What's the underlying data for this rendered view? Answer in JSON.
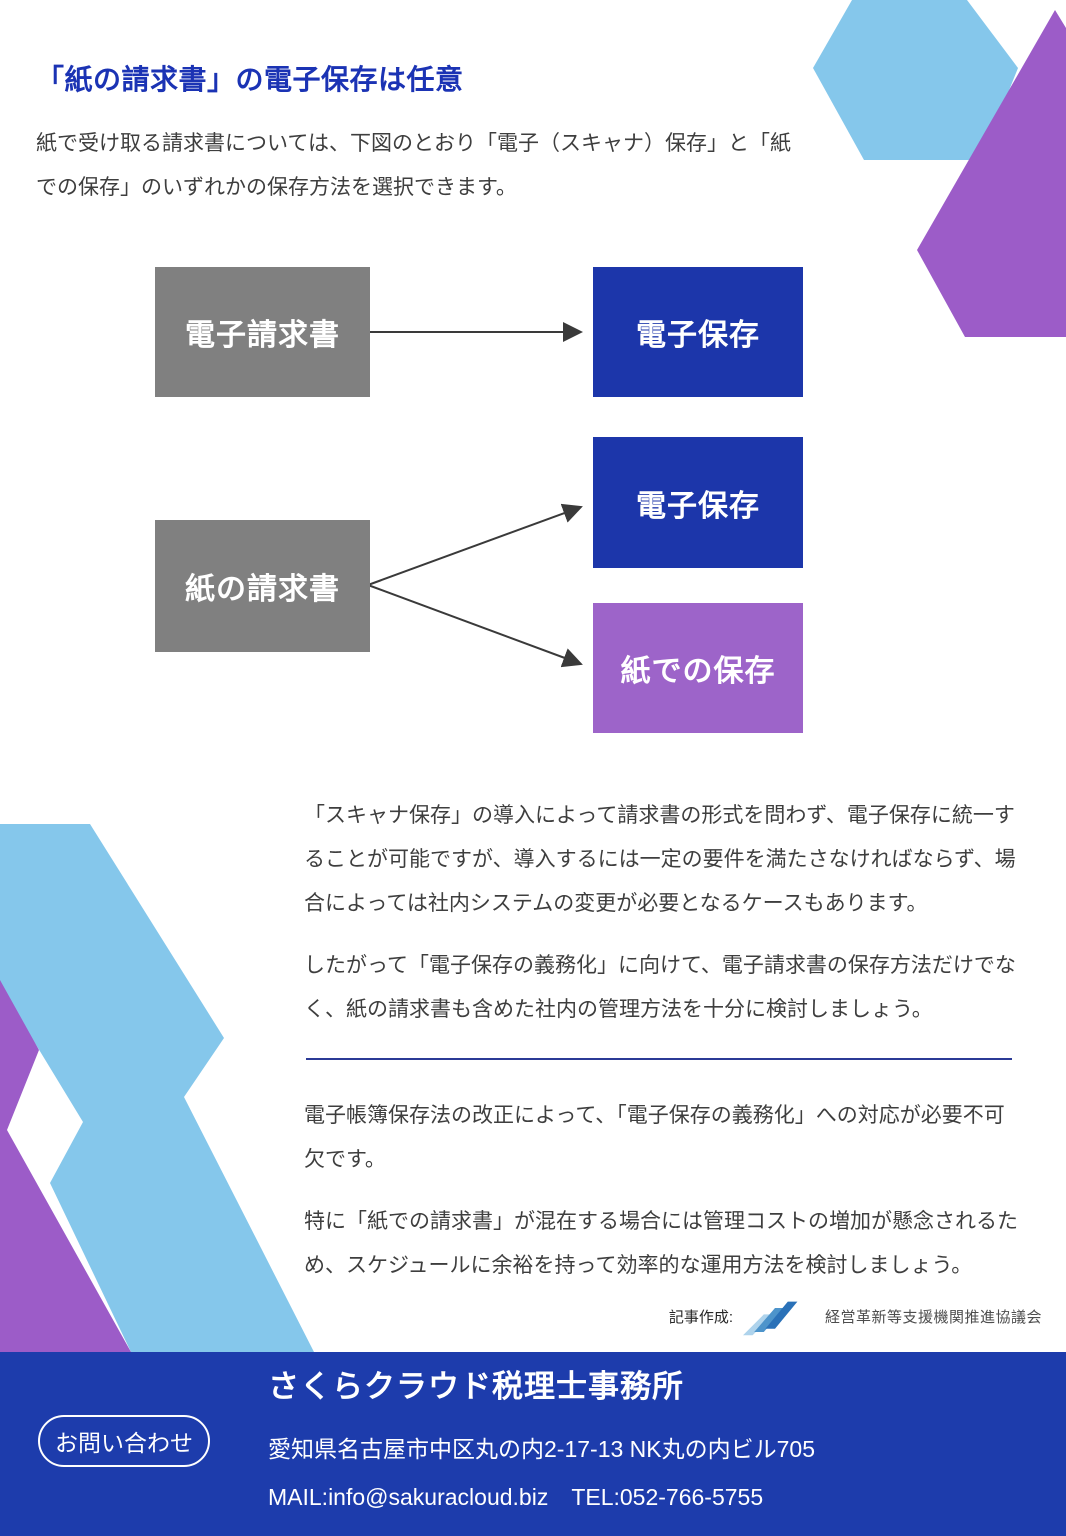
{
  "page": {
    "heading": "「紙の請求書」の電子保存は任意",
    "intro": "紙で受け取る請求書については、下図のとおり「電子（スキャナ）保存」と「紙での保存」のいずれかの保存方法を選択できます。"
  },
  "diagram": {
    "electronic_invoice": "電子請求書",
    "electronic_storage_top": "電子保存",
    "paper_invoice": "紙の請求書",
    "electronic_storage_mid": "電子保存",
    "paper_storage": "紙での保存"
  },
  "body": {
    "p1": "「スキャナ保存」の導入によって請求書の形式を問わず、電子保存に統一することが可能ですが、導入するには一定の要件を満たさなければならず、場合によっては社内システムの変更が必要となるケースもあります。",
    "p2": "したがって「電子保存の義務化」に向けて、電子請求書の保存方法だけでなく、紙の請求書も含めた社内の管理方法を十分に検討しましょう。",
    "p3": "電子帳簿保存法の改正によって、「電子保存の義務化」への対応が必要不可欠です。",
    "p4": "特に「紙での請求書」が混在する場合には管理コストの増加が懸念されるため、スケジュールに余裕を持って効率的な運用方法を検討しましょう。"
  },
  "credit": {
    "label": "記事作成:",
    "org": "経営革新等支援機関推進協議会"
  },
  "footer": {
    "contact_button": "お問い合わせ",
    "office_name": "さくらクラウド税理士事務所",
    "address": "愛知県名古屋市中区丸の内2-17-13 NK丸の内ビル705",
    "mail_tel": "MAIL:info@sakuracloud.biz　TEL:052-766-5755"
  },
  "colors": {
    "heading_blue": "#1b33b4",
    "body_text": "#3e3e3e",
    "box_gray": "#808080",
    "box_blue": "#1c36aa",
    "box_purple": "#9d64c9",
    "deco_light_blue": "#85c7eb",
    "deco_purple": "#9c5cc8",
    "footer_blue": "#1d3cac",
    "divider_navy": "#2b3a96",
    "arrow_gray": "#3a3a3a",
    "logo_light": "#aed3ec",
    "logo_mid": "#4d94cb",
    "logo_dark": "#2a71b8"
  }
}
